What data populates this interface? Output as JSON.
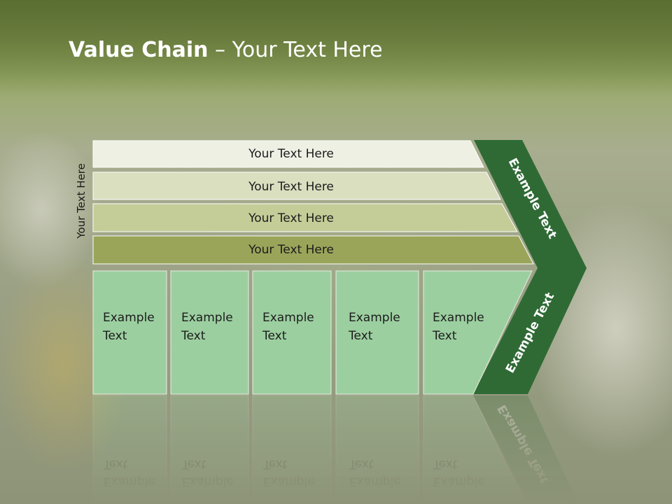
{
  "title": {
    "bold": "Value Chain",
    "rest": " – Your Text Here"
  },
  "side_label": "Your Text Here",
  "rows": [
    {
      "label": "Your Text Here",
      "color": "#eef0e4"
    },
    {
      "label": "Your Text Here",
      "color": "#d9dfbf"
    },
    {
      "label": "Your Text Here",
      "color": "#c4cd98"
    },
    {
      "label": "Your Text Here",
      "color": "#9aa55a"
    }
  ],
  "boxes": [
    {
      "line1": "Example",
      "line2": "Text"
    },
    {
      "line1": "Example",
      "line2": "Text"
    },
    {
      "line1": "Example",
      "line2": "Text"
    },
    {
      "line1": "Example",
      "line2": "Text"
    },
    {
      "line1": "Example",
      "line2": "Text"
    }
  ],
  "box_color": "#9ccfa0",
  "arrow": {
    "top_label": "Example Text",
    "bottom_label": "Example Text",
    "color": "#2f6a35"
  }
}
